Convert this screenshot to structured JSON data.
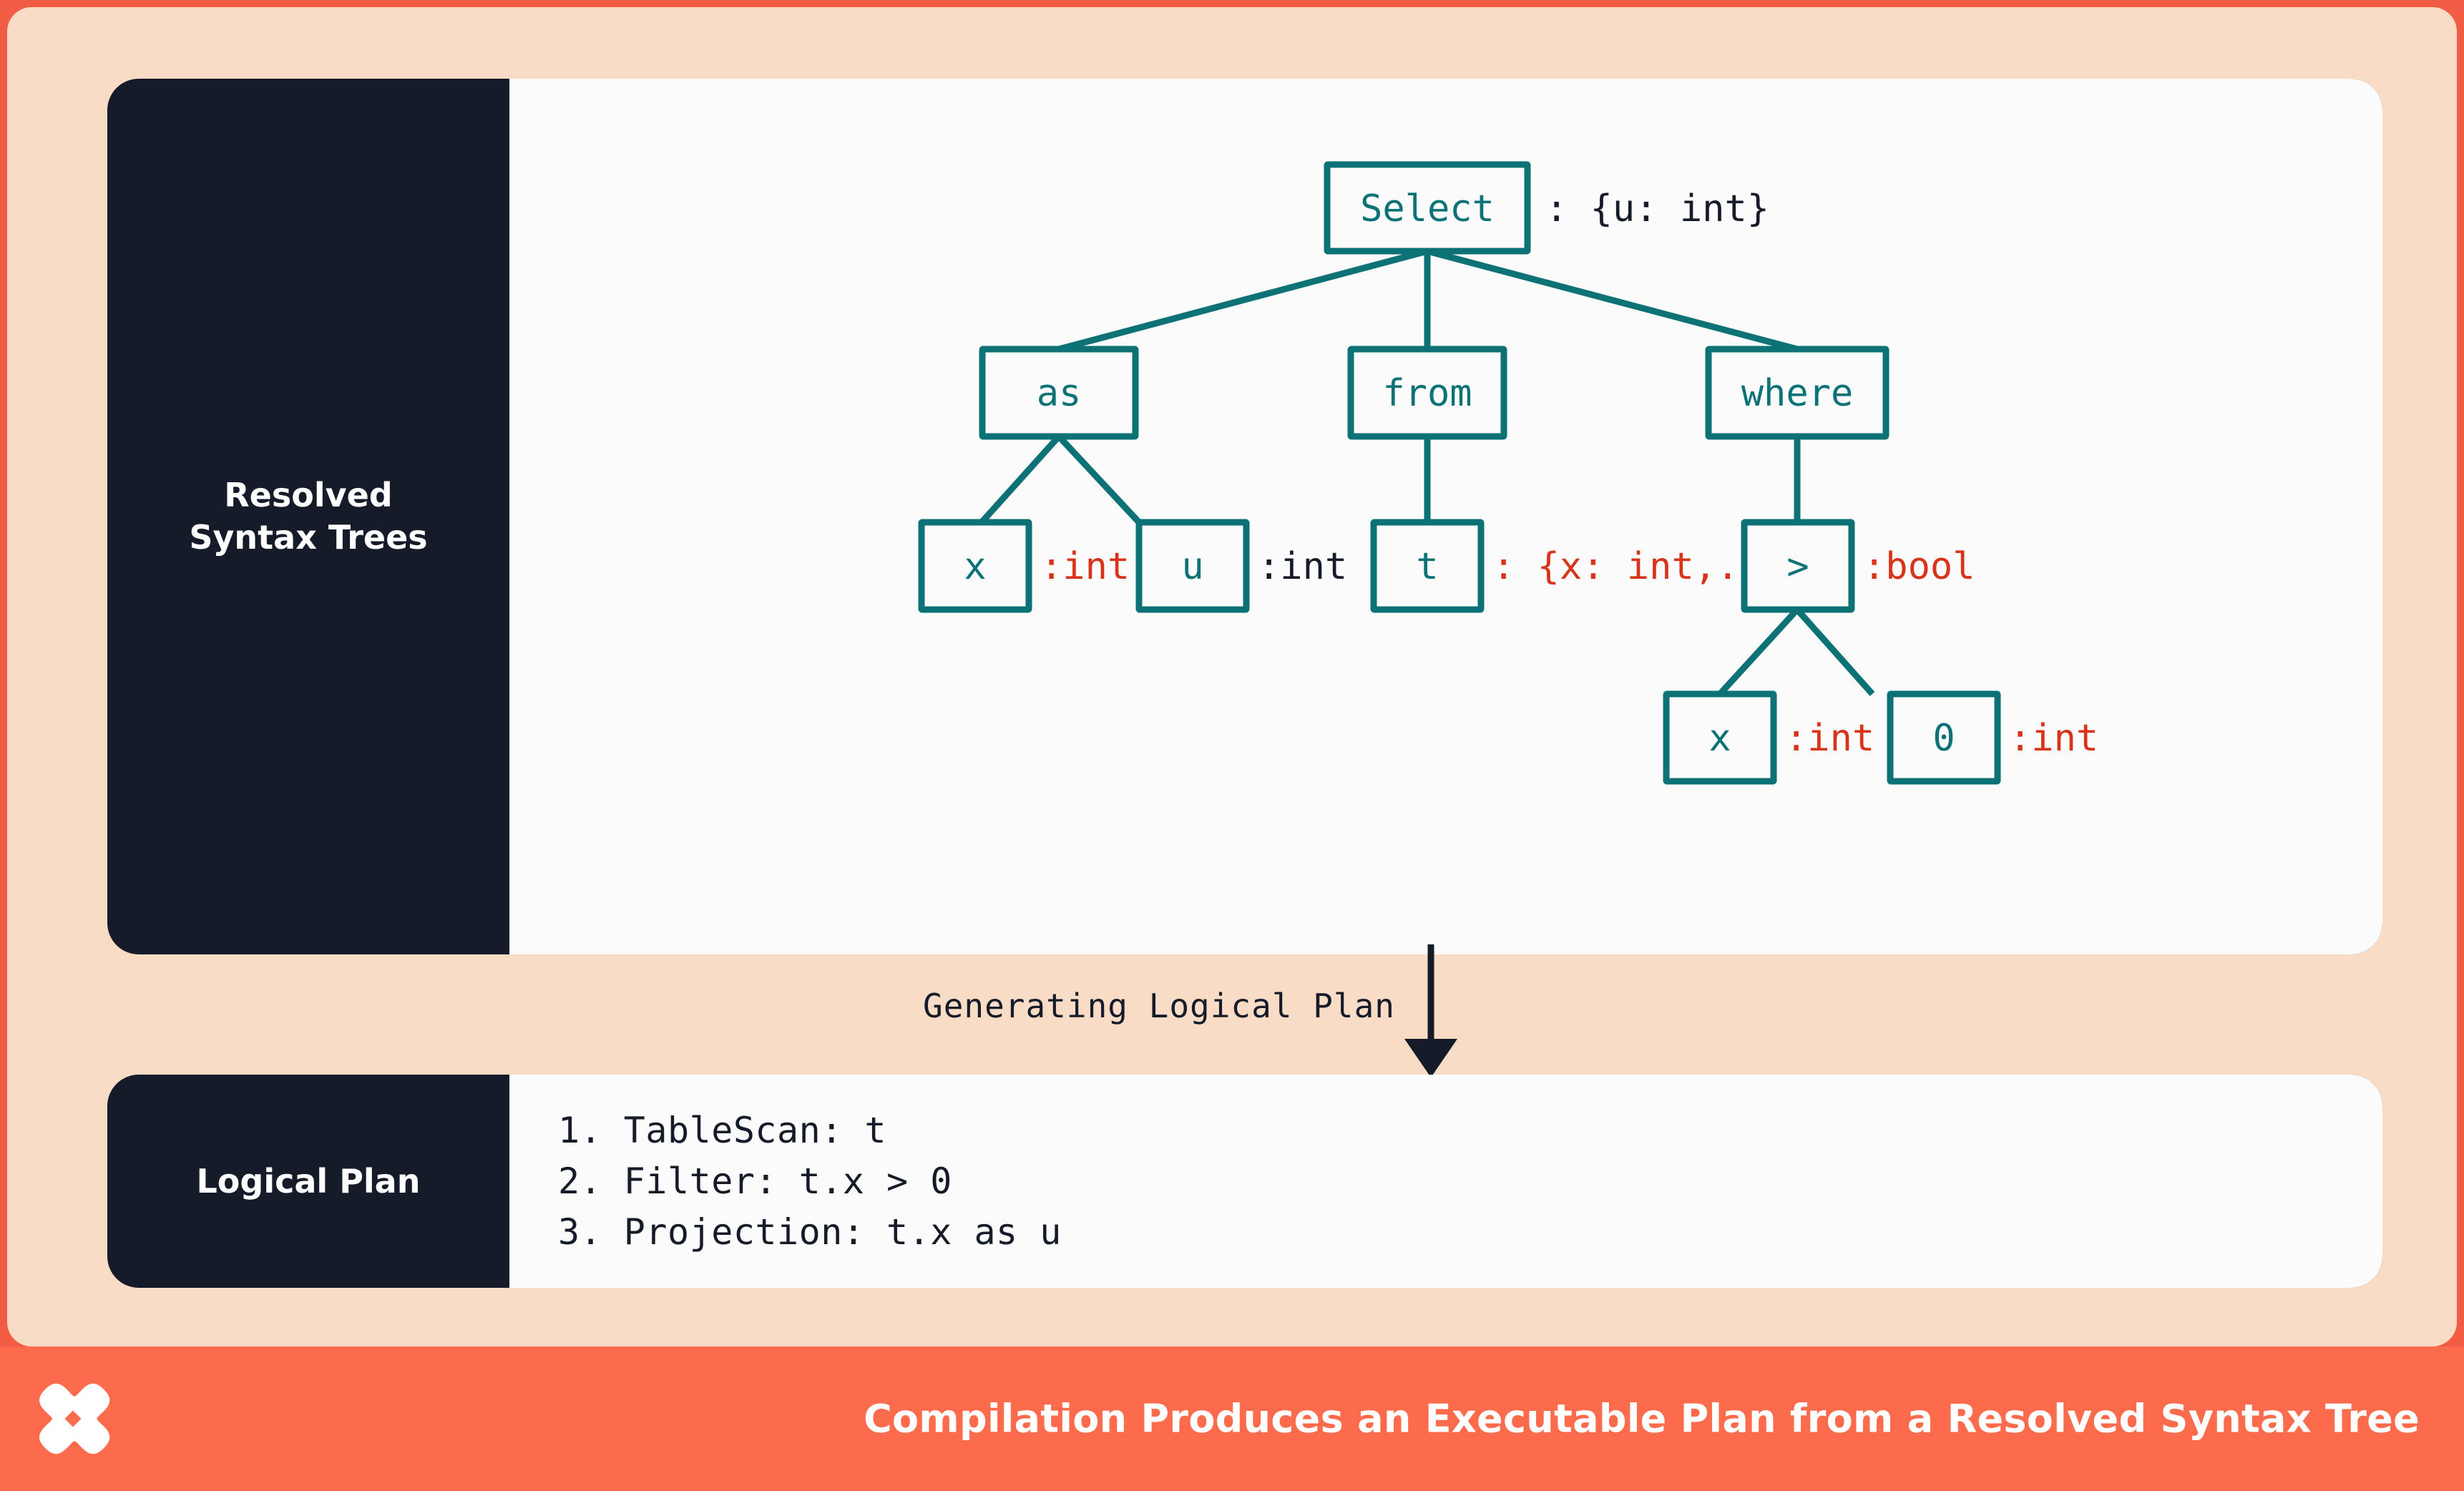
{
  "theme": {
    "banner_orange": "#FC6B4C",
    "panel_peach": "#F9DCC6",
    "card_dark": "#151B28",
    "card_white": "#FBFBFC",
    "node_teal": "#0C7275",
    "type_red": "#D8341A",
    "type_dark": "#151B28"
  },
  "sections": {
    "tree": {
      "rail_label": "Resolved\nSyntax Trees"
    },
    "plan": {
      "rail_label": "Logical Plan"
    }
  },
  "connector": {
    "label": "Generating Logical Plan"
  },
  "tree": {
    "nodes": [
      {
        "id": "select",
        "label": "Select",
        "type": ": {u: int}",
        "type_color": "dark"
      },
      {
        "id": "as",
        "label": "as",
        "type": "",
        "type_color": "dark"
      },
      {
        "id": "from",
        "label": "from",
        "type": "",
        "type_color": "dark"
      },
      {
        "id": "where",
        "label": "where",
        "type": "",
        "type_color": "dark"
      },
      {
        "id": "as-x",
        "label": "x",
        "type": ":int",
        "type_color": "red"
      },
      {
        "id": "as-u",
        "label": "u",
        "type": ":int",
        "type_color": "dark"
      },
      {
        "id": "from-t",
        "label": "t",
        "type": ": {x: int,...}",
        "type_color": "red"
      },
      {
        "id": "gt",
        "label": ">",
        "type": ":bool",
        "type_color": "red"
      },
      {
        "id": "gt-x",
        "label": "x",
        "type": ":int",
        "type_color": "red"
      },
      {
        "id": "gt-0",
        "label": "0",
        "type": ":int",
        "type_color": "red"
      }
    ],
    "edges": [
      {
        "from": "select",
        "to": "as"
      },
      {
        "from": "select",
        "to": "from"
      },
      {
        "from": "select",
        "to": "where"
      },
      {
        "from": "as",
        "to": "as-x"
      },
      {
        "from": "as",
        "to": "as-u"
      },
      {
        "from": "from",
        "to": "from-t"
      },
      {
        "from": "where",
        "to": "gt"
      },
      {
        "from": "gt",
        "to": "gt-x"
      },
      {
        "from": "gt",
        "to": "gt-0"
      }
    ]
  },
  "plan": {
    "steps": [
      "1. TableScan: t",
      "2. Filter: t.x > 0",
      "3. Projection: t.x as u"
    ]
  },
  "banner": {
    "caption": "Compilation Produces an Executable Plan from a Resolved Syntax Tree",
    "logo": "butterfly-x-logo"
  }
}
